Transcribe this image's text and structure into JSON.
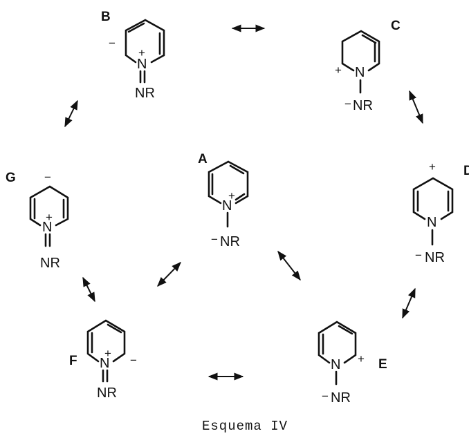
{
  "structures": {
    "A": {
      "label": "A",
      "n": "N",
      "sub": "NR",
      "n_charge": "+",
      "sub_charge": "−"
    },
    "B": {
      "label": "B",
      "n": "N",
      "sub": "NR",
      "n_charge": "+",
      "c_charge": "−"
    },
    "C": {
      "label": "C",
      "n": "N",
      "sub": "NR",
      "c_charge": "+",
      "sub_charge": "−"
    },
    "D": {
      "label": "D",
      "n": "N",
      "sub": "NR",
      "c_charge": "+",
      "sub_charge": "−"
    },
    "E": {
      "label": "E",
      "n": "N",
      "sub": "NR",
      "c_charge": "+",
      "sub_charge": "−"
    },
    "F": {
      "label": "F",
      "n": "N",
      "sub": "NR",
      "n_charge": "+",
      "c_charge": "−"
    },
    "G": {
      "label": "G",
      "n": "N",
      "sub": "NR",
      "n_charge": "+",
      "c_charge": "−"
    }
  },
  "caption": "Esquema IV"
}
